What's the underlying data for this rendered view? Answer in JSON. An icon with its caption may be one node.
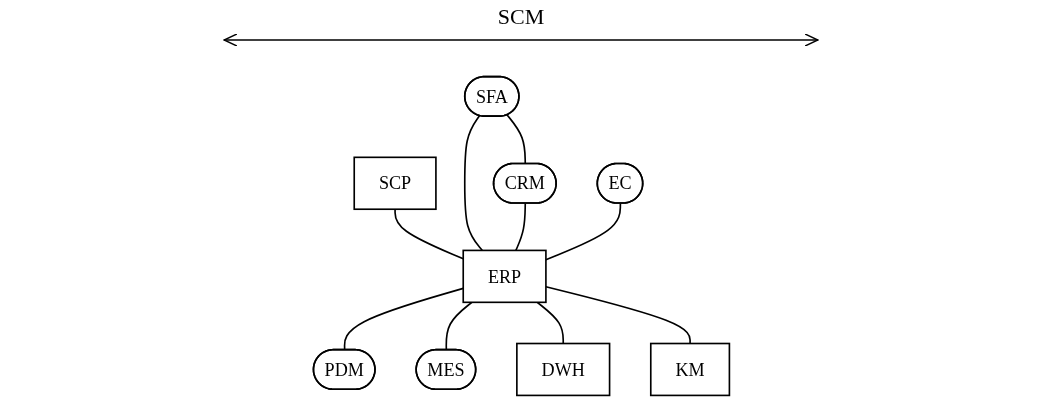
{
  "diagram": {
    "nodes": [
      {
        "text": [
          "SCP"
        ]
      },
      {
        "text": [
          "SFA"
        ]
      },
      {
        "text": [
          "ERP"
        ]
      },
      {
        "text": [
          "PDM"
        ]
      },
      {
        "text": [
          "CRM"
        ]
      },
      {
        "text": [
          "MES"
        ]
      },
      {
        "text": [
          "EC"
        ]
      },
      {
        "text": [
          "DWH"
        ]
      },
      {
        "text": [
          "KM"
        ]
      }
    ],
    "edges": [
      {
        "from": 0,
        "to": 2,
        "arrow": "none"
      },
      {
        "from": 1,
        "to": 2,
        "arrow": "none"
      },
      {
        "from": 1,
        "to": 4,
        "arrow": "none"
      },
      {
        "from": 4,
        "to": 2,
        "arrow": "none"
      },
      {
        "from": 6,
        "to": 2,
        "arrow": "none"
      },
      {
        "from": 2,
        "to": 3,
        "arrow": "none"
      },
      {
        "from": 2,
        "to": 5,
        "arrow": "none"
      },
      {
        "from": 2,
        "to": 7,
        "arrow": "none"
      },
      {
        "from": 2,
        "to": 8,
        "arrow": "none"
      }
    ],
    "labels": [
      "SCM"
    ]
  }
}
